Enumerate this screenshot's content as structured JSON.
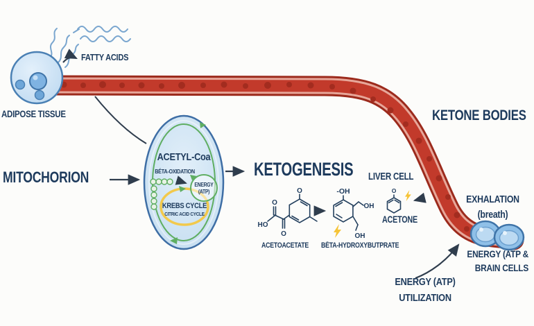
{
  "labels": {
    "fatty_acids": "FATTY ACIDS",
    "adipose_tissue": "ADIPOSE TISSUE",
    "mitochondrion": "MITOCHORION",
    "ketone_bodies": "KETONE BODIES",
    "ketogenesis": "KETOGENESIS",
    "liver_cell": "LIVER CELL",
    "exhalation": "EXHALATION",
    "exhalation_sub": "(breath)",
    "energy_brain_1": "ENERGY (ATP &",
    "energy_brain_2": "BRAIN CELLS",
    "energy_util_1": "ENERGY (ATP)",
    "energy_util_2": "UTILIZATION"
  },
  "mitochondrion_detail": {
    "acetyl_coa": "ACETYL-Coa",
    "beta_oxidation": "BÉTA-OXIDATION",
    "energy_1": "ENERGY",
    "energy_2": "(ATP)",
    "krebs": "KREBS CYCLE",
    "citric": "CITRIC ACID CYCLE"
  },
  "molecules": {
    "acetoacetate": {
      "label": "ACETOACETATE",
      "atom_o_ring": "O",
      "atom_o_up": "O",
      "atom_ho": "HO",
      "atom_o_down": "O"
    },
    "bhb": {
      "label": "BĒTA-HYDROXYBUTPRATE",
      "atom_oh_top": "-OH",
      "atom_oh_right": "OH",
      "atom_oh_bottom": "OH"
    },
    "acetone": {
      "label": "ACETONE",
      "atom_o": "O"
    }
  },
  "colors": {
    "text_navy": "#1d3a5c",
    "vessel_red": "#c23a2b",
    "vessel_dark_edge": "#9c2a1c",
    "vessel_light_band": "#e7a79a",
    "blood_dot": "#a32c1f",
    "cell_fill": "#cfe4f6",
    "cell_stroke": "#4a80b4",
    "green_arrow": "#5fae62",
    "krebs_yellow": "#f2c94c",
    "bolt_yellow": "#f6c437",
    "background": "#fcfcfa"
  }
}
